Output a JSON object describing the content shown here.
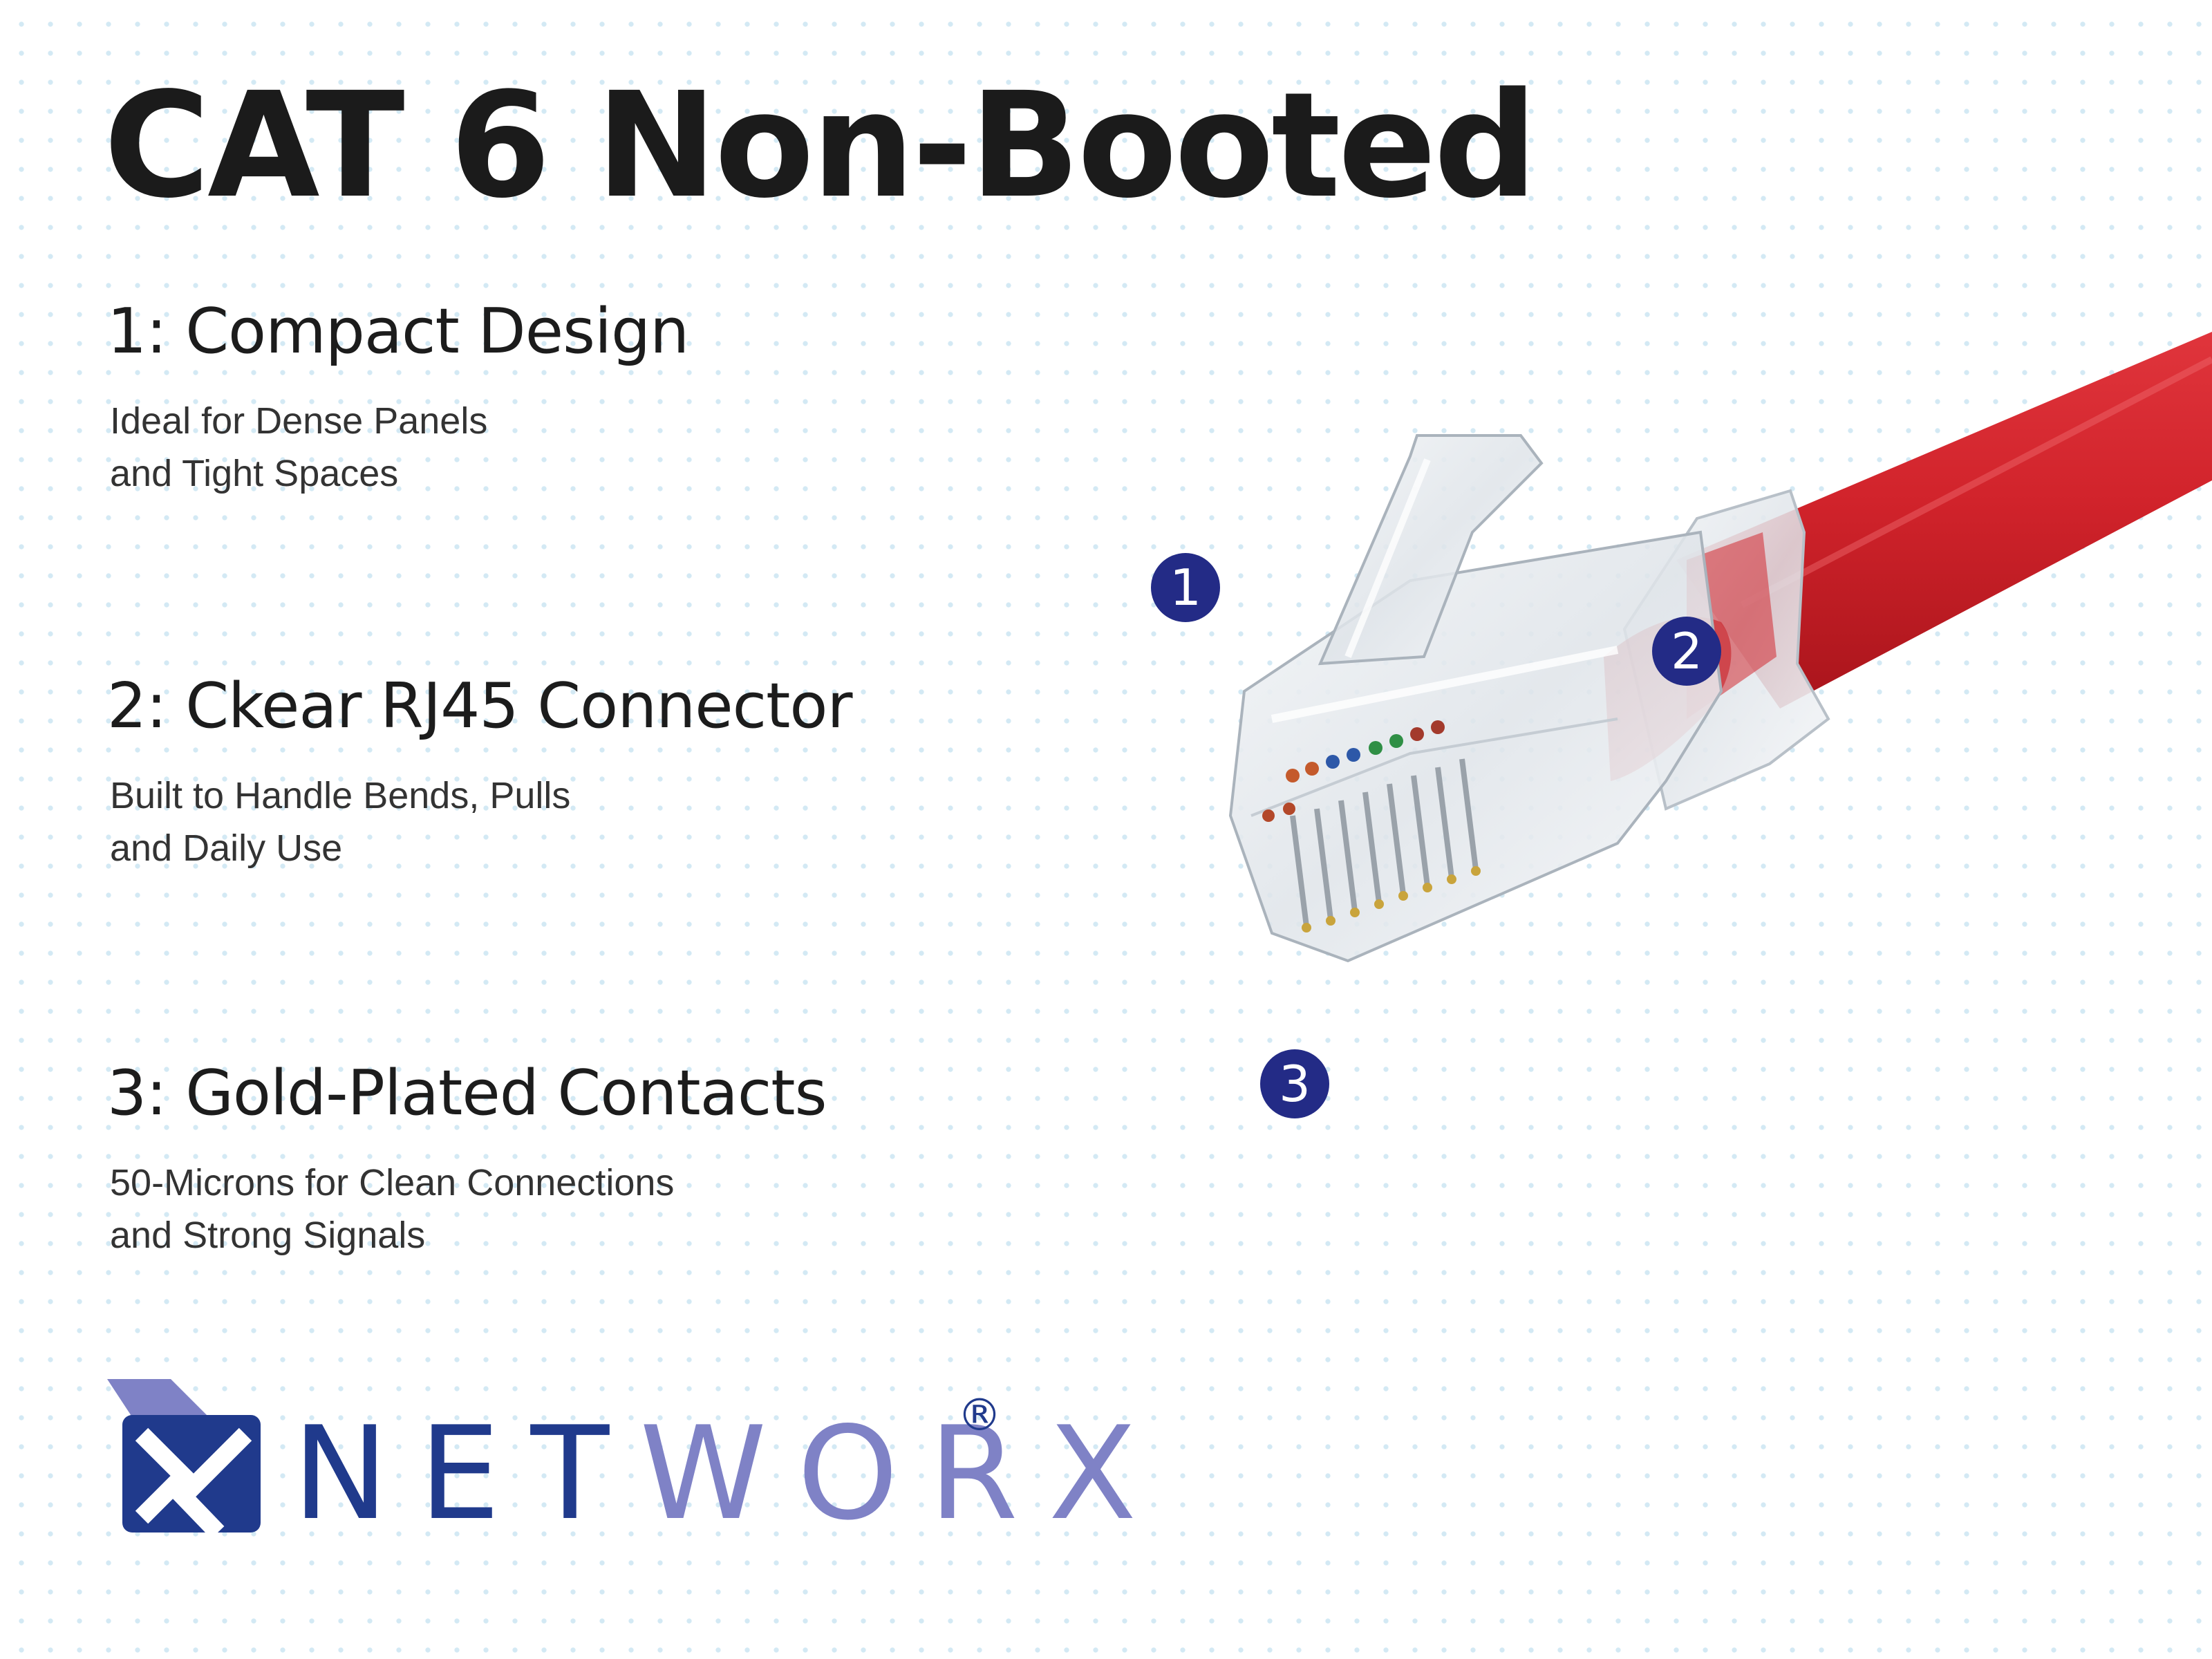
{
  "title": "CAT 6 Non-Booted",
  "features": [
    {
      "heading": "1: Compact Design",
      "description": "Ideal for Dense Panels\nand Tight Spaces"
    },
    {
      "heading": "2: Ckear RJ45 Connector",
      "description": "Built to Handle Bends, Pulls\nand Daily Use"
    },
    {
      "heading": "3: Gold-Plated Contacts",
      "description": "50-Microns for Clean Connections\nand Strong Signals"
    }
  ],
  "callouts": [
    "1",
    "2",
    "3"
  ],
  "brand": {
    "name_part1": "NET",
    "name_part2": "WORX",
    "registered": "®"
  },
  "colors": {
    "callout_fill": "#232b86",
    "cable_red": "#d1232b",
    "brand_dark_blue": "#203a8c",
    "brand_light_blue": "#7f82c6",
    "dot_grid": "#d3e9f4"
  },
  "image": {
    "subject": "red-ethernet-cable-with-clear-rj45-plug"
  }
}
